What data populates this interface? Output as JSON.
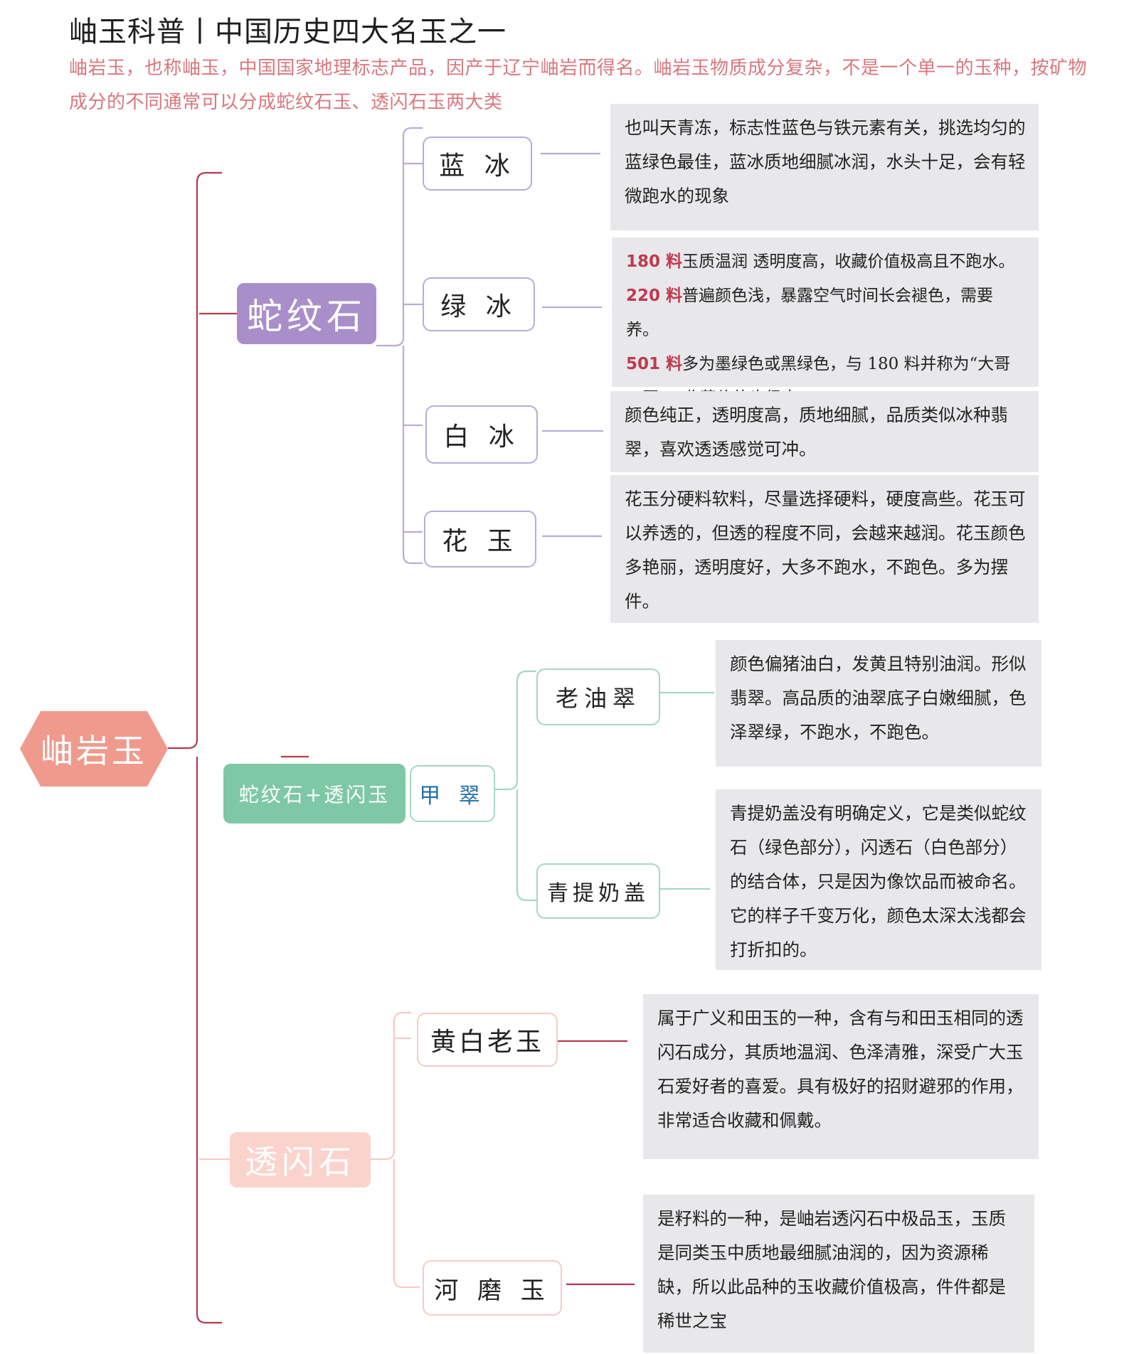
{
  "title": "岫玉科普丨中国历史四大名玉之一",
  "subtitle": "岫岩玉，也称岫玉，中国国家地理标志产品，因产于辽宁岫岩而得名。岫岩玉物质成分复杂，不是一个单一的玉种，按矿物成分的不同通常可以分成蛇纹石玉、透闪石玉两大类",
  "root": "岫岩玉",
  "colors": {
    "root": "#ef9a8c",
    "serpentine": "#a98fc9",
    "mixed": "#7ec8a6",
    "tremolite": "#fbd3cd",
    "spine": "#b23a4e"
  },
  "categories": {
    "serpentine": {
      "label": "蛇纹石",
      "items": [
        {
          "label": "蓝  冰",
          "desc": "也叫天青冻，标志性蓝色与铁元素有关，挑选均匀的蓝绿色最佳，蓝冰质地细腻冰润，水头十足，会有轻微跑水的现象"
        },
        {
          "label": "绿  冰",
          "desc_lines": [
            {
              "code": "180 料",
              "text": "玉质温润 透明度高，收藏价值极高且不跑水。"
            },
            {
              "code": "220 料",
              "text": "普遍颜色浅，暴露空气时间长会褪色，需要养。"
            },
            {
              "code": "501 料",
              "text": "多为墨绿色或黑绿色，与 180 料并称为“大哥二哥”，收藏价值也很高。"
            }
          ]
        },
        {
          "label": "白  冰",
          "desc": "颜色纯正，透明度高，质地细腻，品质类似冰种翡翠，喜欢透透感觉可冲。"
        },
        {
          "label": "花 玉",
          "desc": "花玉分硬料软料，尽量选择硬料，硬度高些。花玉可以养透的，但透的程度不同，会越来越润。花玉颜色多艳丽，透明度好，大多不跑水，不跑色。多为摆件。"
        }
      ]
    },
    "mixed": {
      "label": "蛇纹石+透闪玉",
      "node": "甲  翠",
      "items": [
        {
          "label": "老油翠",
          "desc": "颜色偏猪油白，发黄且特别油润。形似翡翠。高品质的油翠底子白嫩细腻，色泽翠绿，不跑水，不跑色。"
        },
        {
          "label": "青提奶盖",
          "desc": "青提奶盖没有明确定义，它是类似蛇纹石（绿色部分），闪透石（白色部分）的结合体，只是因为像饮品而被命名。它的样子千变万化，颜色太深太浅都会打折扣的。"
        }
      ]
    },
    "tremolite": {
      "label": "透闪石",
      "items": [
        {
          "label": "黄白老玉",
          "desc": "属于广义和田玉的一种，含有与和田玉相同的透闪石成分，其质地温润、色泽清雅，深受广大玉石爱好者的喜爱。具有极好的招财避邪的作用，非常适合收藏和佩戴。"
        },
        {
          "label": "河 磨 玉",
          "desc": "是籽料的一种，是岫岩透闪石中极品玉，玉质是同类玉中质地最细腻油润的，因为资源稀缺，所以此品种的玉收藏价值极高，件件都是稀世之宝"
        }
      ]
    }
  }
}
